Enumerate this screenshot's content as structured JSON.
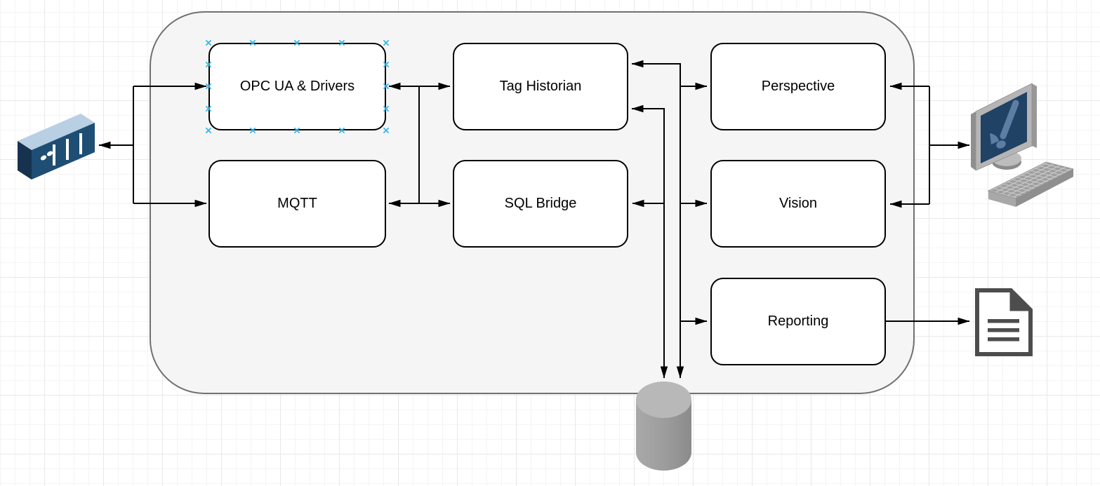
{
  "canvas": {
    "background": "#ffffff",
    "grid_minor_color": "#f4f4f4",
    "grid_major_color": "#e8e8e8"
  },
  "container": {
    "fill": "#f5f5f5",
    "border_color": "#707070"
  },
  "nodes": [
    {
      "id": "opc-ua-drivers",
      "label": "OPC UA & Drivers",
      "selected": true
    },
    {
      "id": "mqtt",
      "label": "MQTT",
      "selected": false
    },
    {
      "id": "tag-historian",
      "label": "Tag Historian",
      "selected": false
    },
    {
      "id": "sql-bridge",
      "label": "SQL Bridge",
      "selected": false
    },
    {
      "id": "perspective",
      "label": "Perspective",
      "selected": false
    },
    {
      "id": "vision",
      "label": "Vision",
      "selected": false
    },
    {
      "id": "reporting",
      "label": "Reporting",
      "selected": false
    }
  ],
  "edges": [
    {
      "from": "left-bus",
      "to": "plc"
    },
    {
      "from": "left-bus",
      "to": "opc-ua-drivers"
    },
    {
      "from": "left-bus",
      "to": "mqtt"
    },
    {
      "from": "opc-ua-drivers",
      "to": "tag-historian",
      "bidirectional": true
    },
    {
      "from": "mqtt",
      "to": "sql-bridge",
      "bidirectional": true
    },
    {
      "from": "tag-historian",
      "to": "database",
      "bidirectional": true
    },
    {
      "from": "sql-bridge",
      "to": "database",
      "bidirectional": true
    },
    {
      "from": "db-bus",
      "to": "perspective"
    },
    {
      "from": "db-bus",
      "to": "vision"
    },
    {
      "from": "db-bus",
      "to": "reporting"
    },
    {
      "from": "right-bus",
      "to": "perspective"
    },
    {
      "from": "right-bus",
      "to": "vision"
    },
    {
      "from": "right-bus",
      "to": "workstation"
    },
    {
      "from": "reporting",
      "to": "report-document"
    }
  ],
  "icons": [
    {
      "id": "plc-icon",
      "desc": "isometric PLC device",
      "top": "#b9cfe4",
      "front": "#1f4e74",
      "side": "#16324f"
    },
    {
      "id": "workstation-icon",
      "desc": "monitor with keyboard",
      "frame": "#b5b5b5",
      "screen": "#1f4265",
      "logo": "#5d7ea3"
    },
    {
      "id": "database-icon",
      "desc": "database cylinder",
      "top": "#b8b8b8",
      "body": "#9a9a9a"
    },
    {
      "id": "report-document-icon",
      "desc": "document with folded corner and text lines",
      "ink": "#4d4d4d"
    }
  ],
  "selection": {
    "handle_color": "#33b5e8"
  }
}
